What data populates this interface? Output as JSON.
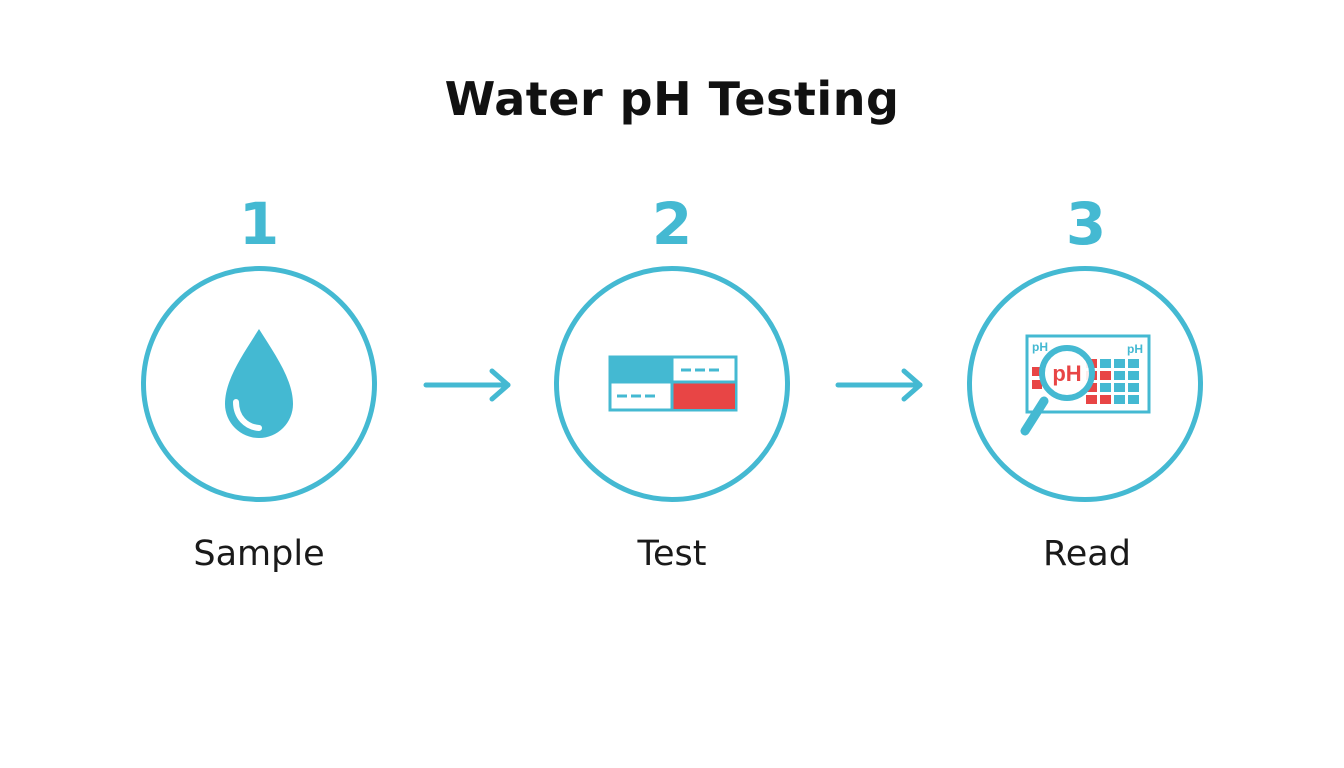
{
  "title": "Water pH Testing",
  "colors": {
    "accent": "#44b9d2",
    "red": "#e84545",
    "text": "#111111"
  },
  "steps": [
    {
      "number": "1",
      "label": "Sample",
      "icon": "water-drop-icon"
    },
    {
      "number": "2",
      "label": "Test",
      "icon": "test-strip-icon"
    },
    {
      "number": "3",
      "label": "Read",
      "icon": "ph-chart-magnifier-icon"
    }
  ],
  "icon_text": {
    "ph_small": "pH",
    "ph_large": "pH"
  }
}
